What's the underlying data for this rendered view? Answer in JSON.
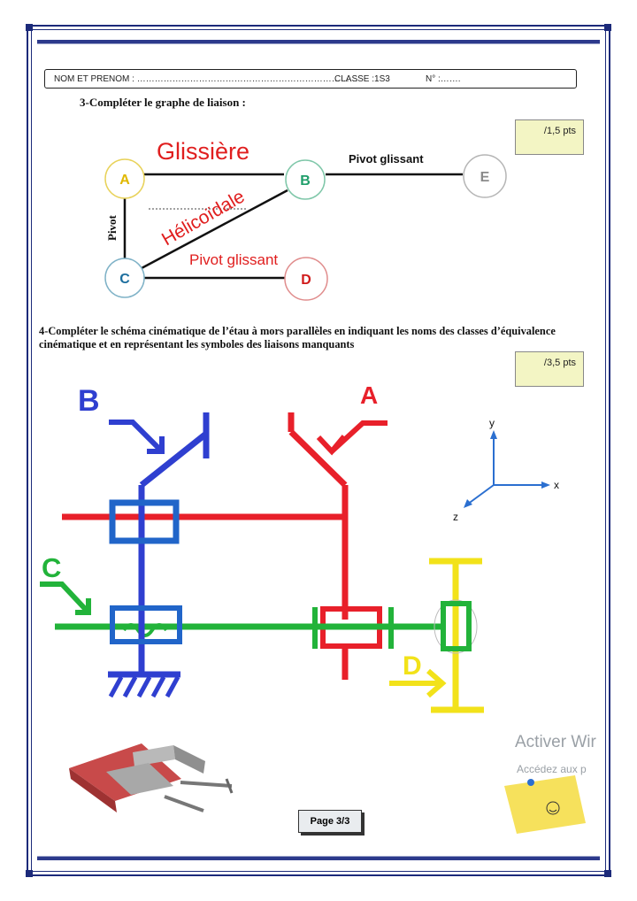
{
  "header": {
    "name_label": "NOM ET PRENOM : …………………………………………………………………",
    "class_label": "CLASSE :1S3",
    "number_label": "N° :……."
  },
  "q3": {
    "title": "3-Compléter le graphe de liaison :",
    "points": "/1,5 pts",
    "nodes": [
      "A",
      "B",
      "C",
      "D",
      "E"
    ],
    "links": {
      "ab": "Glissière",
      "be": "Pivot glissant",
      "ac": "Pivot",
      "bc": "Hélicoïdale",
      "cd": "Pivot glissant"
    }
  },
  "q4": {
    "title": "4-Compléter le schéma cinématique de l’étau à mors parallèles en indiquant les noms des classes d’équivalence cinématique et en représentant les symboles des liaisons manquants",
    "points": "/3,5 pts",
    "labels": {
      "a": "A",
      "b": "B",
      "c": "C",
      "d": "D"
    },
    "axes": {
      "x": "x",
      "y": "y",
      "z": "z"
    },
    "colors": {
      "a": "#e8202a",
      "b": "#2f3fd0",
      "c": "#22b33a",
      "d": "#f2e21a"
    }
  },
  "footer": {
    "page": "Page 3/3",
    "watermark_line1": "Activer Wir",
    "watermark_line2": "Accédez aux p"
  }
}
